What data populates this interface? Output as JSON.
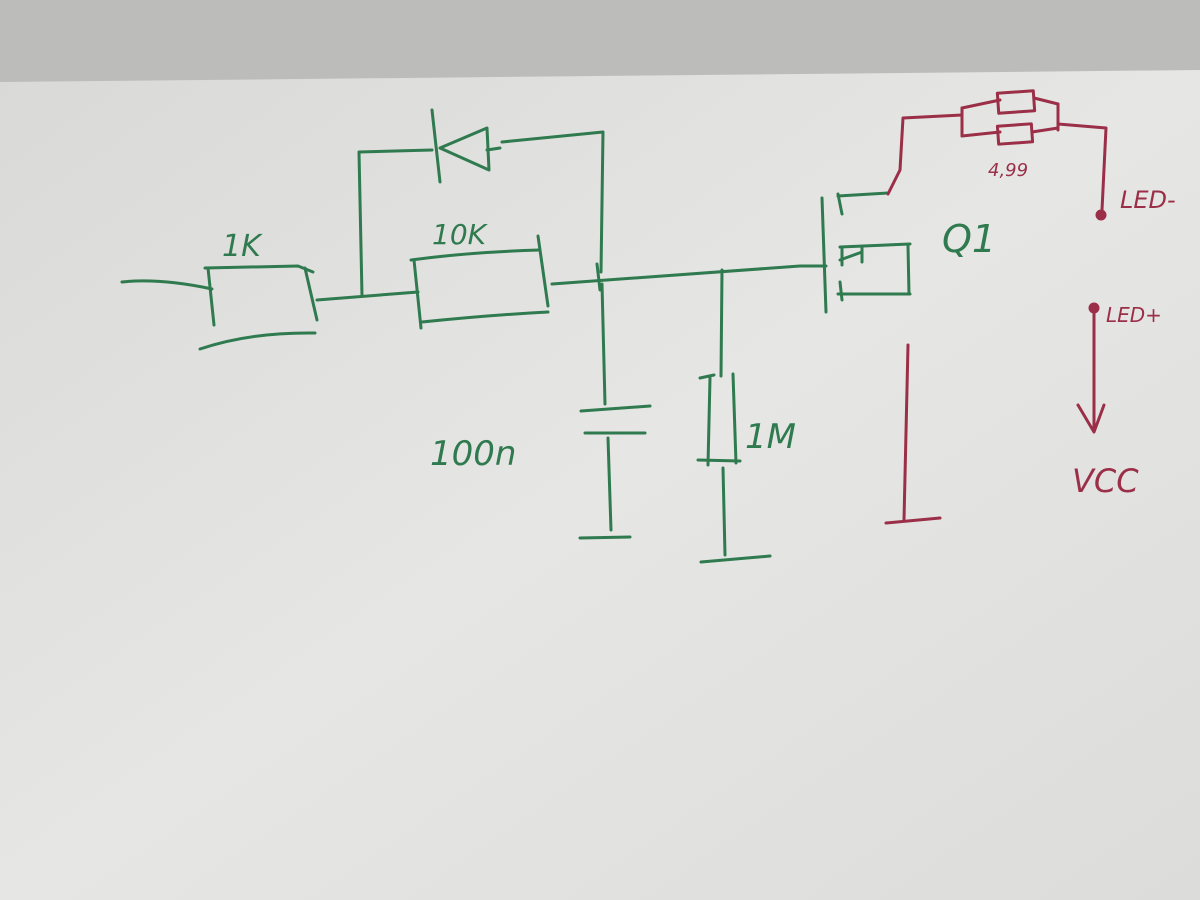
{
  "colors": {
    "ink_green": "#2f7a4f",
    "ink_red": "#9b2f48",
    "paper": "#e7e7e5",
    "wall": "#bdbdbb"
  },
  "components": {
    "r1": {
      "label": "1K"
    },
    "r2": {
      "label": "10K"
    },
    "capacitor": {
      "label": "100n"
    },
    "r3": {
      "label": "1M"
    },
    "mosfet": {
      "label": "Q1"
    },
    "sense_resistor": {
      "label": "4,99"
    }
  },
  "terminals": {
    "led_minus": "LED-",
    "led_plus": "LED+",
    "vcc": "VCC"
  }
}
